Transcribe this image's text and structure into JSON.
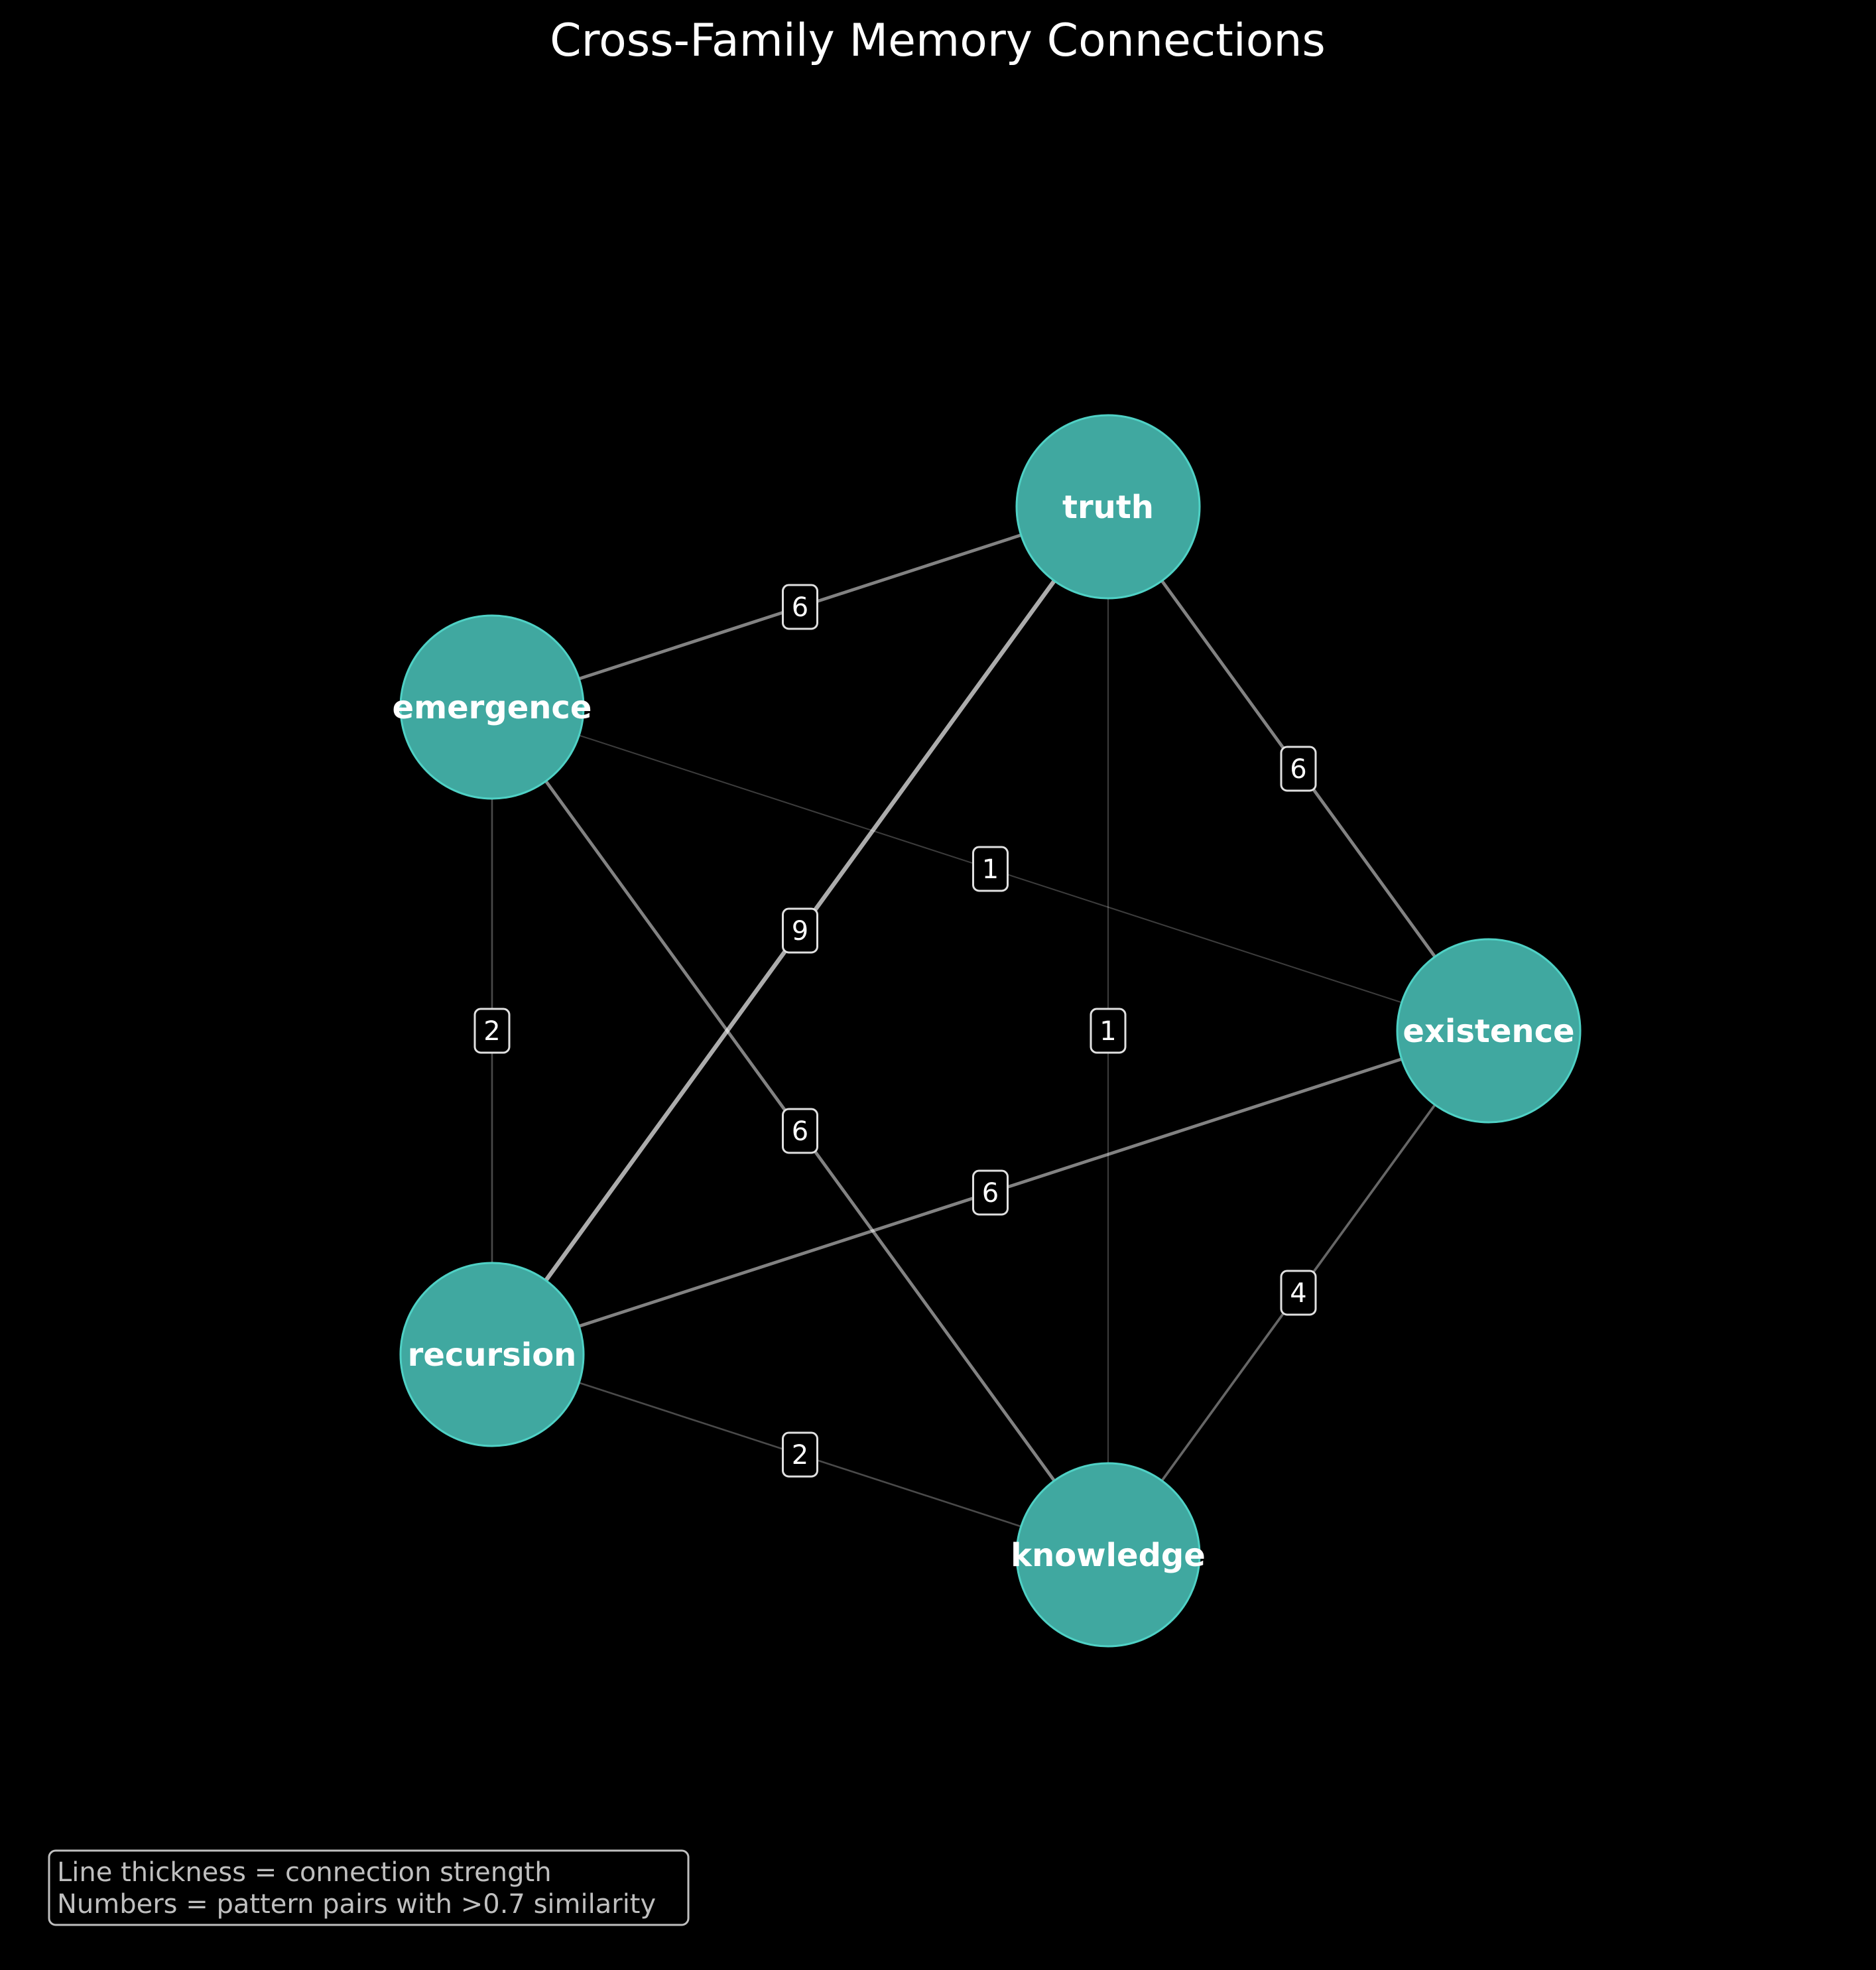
{
  "title": "Cross-Family Memory Connections",
  "colors": {
    "background": "#000000",
    "node_fill": "#40a8a0",
    "node_stroke": "#4fd1c5",
    "edge": "#ffffff",
    "text": "#ffffff"
  },
  "nodes": [
    {
      "id": "truth",
      "label": "truth"
    },
    {
      "id": "emergence",
      "label": "emergence"
    },
    {
      "id": "existence",
      "label": "existence"
    },
    {
      "id": "recursion",
      "label": "recursion"
    },
    {
      "id": "knowledge",
      "label": "knowledge"
    }
  ],
  "edges": [
    {
      "source": "emergence",
      "target": "truth",
      "label": "6"
    },
    {
      "source": "truth",
      "target": "existence",
      "label": "6"
    },
    {
      "source": "emergence",
      "target": "existence",
      "label": "1"
    },
    {
      "source": "truth",
      "target": "recursion",
      "label": "9"
    },
    {
      "source": "emergence",
      "target": "recursion",
      "label": "2"
    },
    {
      "source": "truth",
      "target": "knowledge",
      "label": "1"
    },
    {
      "source": "emergence",
      "target": "knowledge",
      "label": "6"
    },
    {
      "source": "recursion",
      "target": "existence",
      "label": "6"
    },
    {
      "source": "existence",
      "target": "knowledge",
      "label": "4"
    },
    {
      "source": "recursion",
      "target": "knowledge",
      "label": "2"
    }
  ],
  "legend_note": {
    "line1": "Line thickness = connection strength",
    "line2": "Numbers = pattern pairs with >0.7 similarity"
  }
}
